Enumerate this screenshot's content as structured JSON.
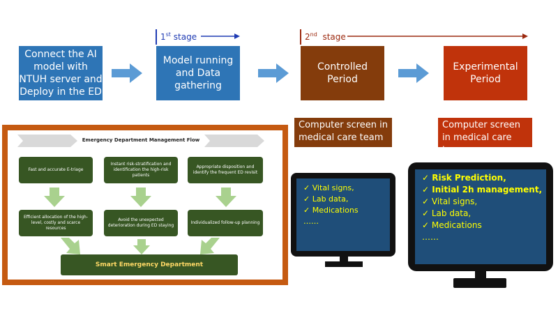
{
  "top_flow": {
    "box1": "Connect the AI model with NTUH server and Deploy in the ED",
    "box2": "Model running and Data gathering",
    "box3": "Controlled Period",
    "box4": "Experimental Period"
  },
  "stages": {
    "first_num": "1",
    "first_sup": "st",
    "first_word": "stage",
    "second_num": "2",
    "second_sup": "nd",
    "second_word": "stage"
  },
  "captions": {
    "controlled": "Computer screen in medical care team",
    "experimental": "Computer screen in medical care team"
  },
  "management_flow": {
    "title": "Emergency Department Management Flow",
    "top_boxes": [
      "Fast and accurate E-triage",
      "Instant risk-stratification and identification the high-risk patients",
      "Appropriate disposition and identify the frequent ED revisit"
    ],
    "bottom_boxes": [
      "Efficient allocation of the high-level, costly and scarce resources",
      "Avoid the unexpected deterioration during ED staying",
      "Individualized follow-up planning"
    ],
    "result": "Smart Emergency Department"
  },
  "screen_small": {
    "lines": [
      "✓ Vital signs,",
      "✓ Lab data,",
      "✓ Medications",
      "……"
    ]
  },
  "screen_large": {
    "lines": [
      "✓ Risk Prediction,",
      "✓ Initial 2h management,",
      "✓ Vital signs,",
      "✓ Lab data,",
      "✓ Medications",
      "……"
    ]
  },
  "colors": {
    "blue": "#2e75b6",
    "brown": "#843c0c",
    "red": "#c0330b",
    "green": "#375623",
    "screen_text": "#ffff00",
    "screen_bg": "#1f4e79"
  }
}
